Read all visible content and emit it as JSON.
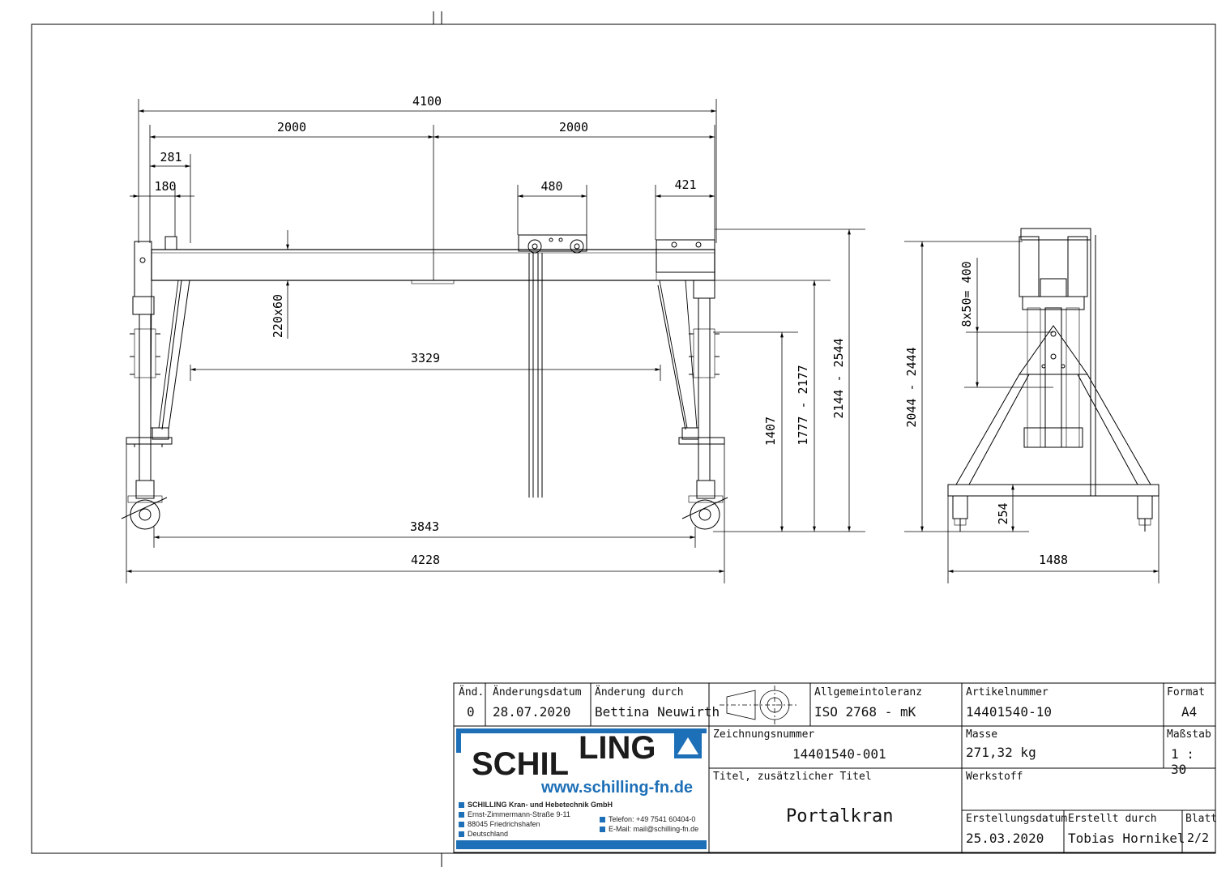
{
  "dimensions": {
    "top_total": "4100",
    "half_left": "2000",
    "half_right": "2000",
    "left_281": "281",
    "left_180": "180",
    "trolley_480": "480",
    "right_421": "421",
    "beam_section": "220x60",
    "clear_width": "3329",
    "height_1407": "1407",
    "height_range_a": "1777 - 2177",
    "height_range_b": "2144 - 2544",
    "wheel_track": "3843",
    "overall_width": "4228",
    "side_hole_pattern": "8x50= 400",
    "side_height": "2044 - 2444",
    "side_254": "254",
    "side_width": "1488"
  },
  "title_block": {
    "rev_label": "Änd.",
    "rev_value": "0",
    "change_date_label": "Änderungsdatum",
    "change_date_value": "28.07.2020",
    "changed_by_label": "Änderung durch",
    "changed_by_value": "Bettina Neuwirth",
    "tolerance_label": "Allgemeintoleranz",
    "tolerance_value": "ISO 2768 - mK",
    "article_label": "Artikelnummer",
    "article_value": "14401540-10",
    "format_label": "Format",
    "format_value": "A4",
    "drawing_no_label": "Zeichnungsnummer",
    "drawing_no_value": "14401540-001",
    "mass_label": "Masse",
    "mass_value": "271,32 kg",
    "scale_label": "Maßstab",
    "scale_value": "1 : 30",
    "title_label": "Titel, zusätzlicher Titel",
    "title_value": "Portalkran",
    "material_label": "Werkstoff",
    "created_date_label": "Erstellungsdatum",
    "created_date_value": "25.03.2020",
    "created_by_label": "Erstellt durch",
    "created_by_value": "Tobias Hornikel",
    "sheet_label": "Blatt",
    "sheet_value": "2/2"
  },
  "logo": {
    "word_part1": "SCHIL",
    "word_part2": "LING",
    "url": "www.schilling-fn.de",
    "company": "SCHILLING Kran- und Hebetechnik GmbH",
    "street": "Ernst-Zimmermann-Straße 9-11",
    "city": "88045 Friedrichshafen",
    "country": "Deutschland",
    "phone": "Telefon: +49 7541 60404-0",
    "email": "E-Mail: mail@schilling-fn.de",
    "brand_color": "#1d6fb7"
  }
}
